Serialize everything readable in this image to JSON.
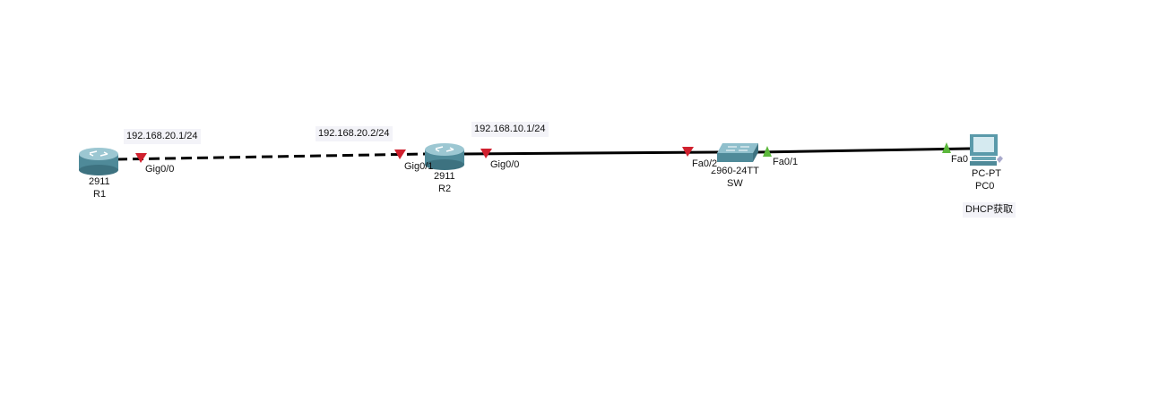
{
  "devices": [
    {
      "model": "2911",
      "name": "R1"
    },
    {
      "model": "2911",
      "name": "R2"
    },
    {
      "model": "2960-24TT",
      "name": "SW"
    },
    {
      "model": "PC-PT",
      "name": "PC0"
    }
  ],
  "ports": {
    "r1_g00": "Gig0/0",
    "r2_g01": "Gig0/1",
    "r2_g00": "Gig0/0",
    "sw_fa02": "Fa0/2",
    "sw_fa01": "Fa0/1",
    "pc_fa0": "Fa0"
  },
  "notes": {
    "r1_ip": "192.168.20.1/24",
    "r2_ip1": "192.168.20.2/24",
    "r2_ip2": "192.168.10.1/24",
    "pc_note": "DHCP获取"
  },
  "colors": {
    "link_down": "#d0202e",
    "link_up": "#5cb83c"
  }
}
